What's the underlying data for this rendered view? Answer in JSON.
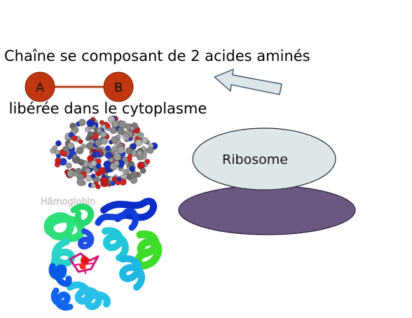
{
  "caption": {
    "line1": "Chaîne se composant de 2 acides aminés",
    "line2": " libérée dans le cytoplasme"
  },
  "amino_acids": [
    {
      "label": "A"
    },
    {
      "label": "B"
    }
  ],
  "ribosome": {
    "label": "Ribosome",
    "small_subunit_color": "#dde7ea",
    "large_subunit_color": "#6b5881"
  },
  "protein_image": {
    "watermark": "Hämoglobin"
  },
  "colors": {
    "amino_acid_fill": "#c0360f",
    "bond": "#b3401a",
    "arrow_fill": "#dde7ea",
    "arrow_stroke": "#3d5566"
  }
}
